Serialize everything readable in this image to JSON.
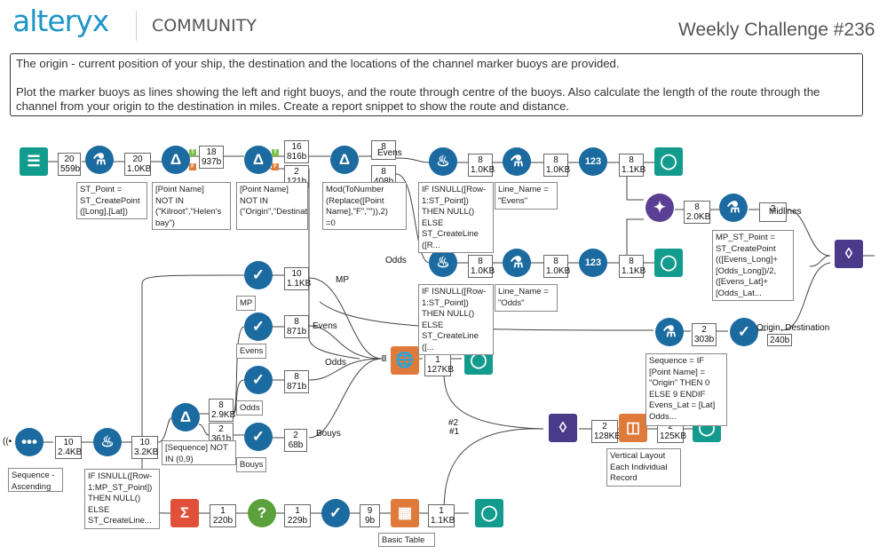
{
  "header": {
    "brand": "alteryx",
    "section": "COMMUNITY",
    "challenge_title": "Weekly Challenge #236"
  },
  "description": {
    "line1": "The origin - current position of your ship, the destination and the locations of the channel marker buoys are provided.",
    "line2": "Plot the marker buoys as lines showing the left and right buoys, and the route through centre of the buoys. Also calculate the length of the route through the channel from your origin to the destination in miles. Create a report snippet to show the route and distance."
  },
  "stats": {
    "s1": {
      "n": "20",
      "s": "559b"
    },
    "s2": {
      "n": "20",
      "s": "1.0KB"
    },
    "s3": {
      "n": "18",
      "s": "937b"
    },
    "s4": {
      "n": "16",
      "s": "816b"
    },
    "s5": {
      "n": "2",
      "s": "121b"
    },
    "s6": {
      "n": "8",
      "s": "408b"
    },
    "s7": {
      "n": "8",
      "s": "1.0KB"
    },
    "s8": {
      "n": "8",
      "s": "1.0KB"
    },
    "s9": {
      "n": "8",
      "s": "1.1KB"
    },
    "s10": {
      "n": "8",
      "s": "2.0KB"
    },
    "s12": {
      "n": "8",
      "s": "1.0KB"
    },
    "s13": {
      "n": "8",
      "s": "1.0KB"
    },
    "s14": {
      "n": "8",
      "s": "1.1KB"
    },
    "s15": {
      "n": "10",
      "s": "1.1KB"
    },
    "s16": {
      "n": "8",
      "s": "871b"
    },
    "s17": {
      "n": "8",
      "s": "871b"
    },
    "s18": {
      "n": "2",
      "s": "68b"
    },
    "s19": {
      "n": "8",
      "s": "2.9KB"
    },
    "s20": {
      "n": "2",
      "s": "361b"
    },
    "s21": {
      "n": "10",
      "s": "2.4KB"
    },
    "s22": {
      "n": "10",
      "s": "3.2KB"
    },
    "s23": {
      "n": "1",
      "s": "127KB"
    },
    "s24": {
      "n": "2",
      "s": "303b"
    },
    "s25": {
      "n": "",
      "s": "240b"
    },
    "s26": {
      "n": "2",
      "s": "128KB"
    },
    "s27": {
      "n": "2",
      "s": "125KB"
    },
    "s28": {
      "n": "1",
      "s": "220b"
    },
    "s29": {
      "n": "1",
      "s": "229b"
    },
    "s30": {
      "n": "9",
      "s": "9b"
    },
    "s31": {
      "n": "1",
      "s": "1.1KB"
    }
  },
  "annotations": {
    "a_point": "ST_Point =\nST_CreatePoint\n([Long],[Lat])",
    "a_filter1": "[Point Name]\nNOT IN\n(\"Kilroot\",\"Helen's bay\")",
    "a_filter2": "[Point Name]\nNOT IN\n(\"Origin\",\"Destination\")",
    "a_mod": "Mod(ToNumber\n(Replace([Point\nName],\"F\",\"\")),2)\n=0",
    "a_poly1": "IF ISNULL([Row-\n1:ST_Point])\nTHEN NULL()\nELSE\nST_CreateLine\n([R...",
    "a_evens": "Line_Name =\n\"Evens\"",
    "a_poly2": "IF ISNULL([Row-\n1:ST_Point])\nTHEN NULL()\nELSE\nST_CreateLine\n([...",
    "a_odds": "Line_Name =\n\"Odds\"",
    "a_mp": "MP_ST_Point =\nST_CreatePoint\n(([Evens_Long]+\n[Odds_Long])/2,\n([Evens_Lat]+\n[Odds_Lat...",
    "a_seq": "Sequence = IF\n[Point Name] =\n\"Origin\" THEN 0\nELSE 9 ENDIF\nEvens_Lat = [Lat]\nOdds...",
    "a_seqasc": "Sequence -\nAscending",
    "a_polyline": "IF ISNULL([Row-\n1:MP_ST_Point])\nTHEN NULL()\nELSE\nST_CreateLine...",
    "a_seqfilter": "[Sequence] NOT\nIN (0,9)",
    "a_vlayout": "Vertical Layout\nEach Individual\nRecord",
    "a_basic": "Basic Table",
    "a_mp_lbl": "MP",
    "a_evens_lbl": "Evens",
    "a_odds_lbl": "Odds",
    "a_bouys_lbl": "Bouys"
  },
  "labels": {
    "evens": "Evens",
    "odds": "Odds",
    "midlines": "Midlines",
    "mp": "MP",
    "evens2": "Evens",
    "odds2": "Odds",
    "bouys": "Bouys",
    "origin_dest": "Origin, Destination",
    "hash2": "#2",
    "hash1": "#1"
  },
  "colors": {
    "brand_blue": "#1e95c9",
    "tool_blue": "#1b6aa0",
    "tool_teal": "#139c8d",
    "tool_purple": "#5b3f94",
    "tool_orange": "#e07a3a"
  }
}
